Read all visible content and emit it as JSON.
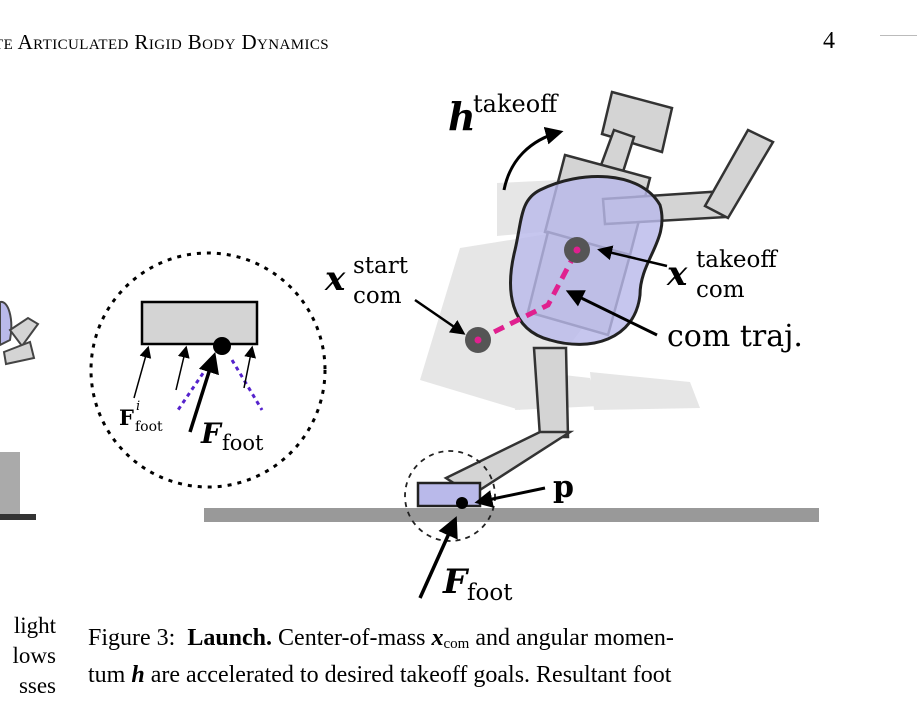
{
  "header": {
    "title": "te Articulated Rigid Body Dynamics",
    "page_number": "4"
  },
  "figure": {
    "labels": {
      "h_takeoff_sup": "takeoff",
      "x_start_sup": "start",
      "x_start_sub": "com",
      "x_takeoff_sup": "takeoff",
      "x_takeoff_sub": "com",
      "com_traj": "com traj.",
      "p": "p",
      "f_foot_sub": "foot",
      "inset_f_sup": "i",
      "inset_f_sub": "foot",
      "inset_ffoot_sub": "foot"
    },
    "colors": {
      "body_gray": "#d4d4d4",
      "ghost_gray": "#e6e6e6",
      "com_blob": "#b9b9ea",
      "trajectory": "#e0208f",
      "ground": "#999999",
      "inset_dotted": "#5522cc"
    }
  },
  "side_text": [
    "light",
    "lows",
    "sses"
  ],
  "caption": {
    "prefix": "Figure 3:",
    "bold": "Launch.",
    "part1": "Center-of-mass",
    "x_sub": "com",
    "part2": "and angular momen-",
    "part3": "tum",
    "part4": "are accelerated to desired takeoff goals. Resultant foot"
  }
}
